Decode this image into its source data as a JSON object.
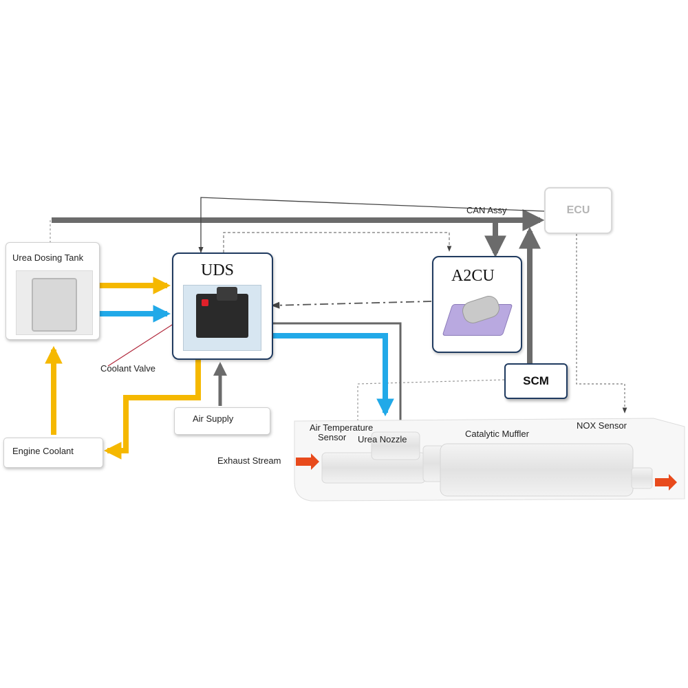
{
  "diagram": {
    "ecu": "ECU",
    "can_assy": "CAN Assy",
    "uds": "UDS",
    "a2cu": "A2CU",
    "scm": "SCM",
    "urea_dosing_tank": "Urea Dosing Tank",
    "coolant_valve": "Coolant Valve",
    "air_supply": "Air Supply",
    "engine_coolant": "Engine Coolant",
    "exhaust_stream": "Exhaust Stream",
    "air_temperature_sensor_line1": "Air Temperature",
    "air_temperature_sensor_line2": "Sensor",
    "urea_nozzle": "Urea Nozzle",
    "catalytic_muffler": "Catalytic Muffler",
    "nox_sensor": "NOX Sensor"
  },
  "colors": {
    "coolant_flow": "#f5b800",
    "urea_flow": "#21a9e8",
    "can_bus": "#6b6b6b",
    "exhaust_arrow": "#e84a1c",
    "scm_border": "#1f3a5f",
    "a2cu_border": "#1f3a5f"
  }
}
